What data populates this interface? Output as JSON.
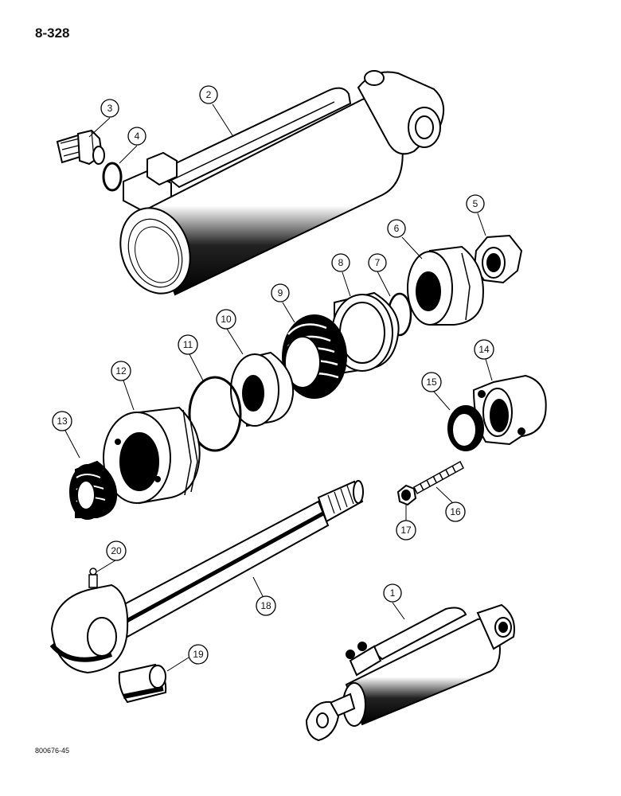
{
  "page_number": "8-328",
  "reference_code": "800676-45",
  "callouts": [
    {
      "id": "c1",
      "label": "1"
    },
    {
      "id": "c2",
      "label": "2"
    },
    {
      "id": "c3",
      "label": "3"
    },
    {
      "id": "c4",
      "label": "4"
    },
    {
      "id": "c5",
      "label": "5"
    },
    {
      "id": "c6",
      "label": "6"
    },
    {
      "id": "c7",
      "label": "7"
    },
    {
      "id": "c8",
      "label": "8"
    },
    {
      "id": "c9",
      "label": "9"
    },
    {
      "id": "c10",
      "label": "10"
    },
    {
      "id": "c11",
      "label": "11"
    },
    {
      "id": "c12",
      "label": "12"
    },
    {
      "id": "c13",
      "label": "13"
    },
    {
      "id": "c14",
      "label": "14"
    },
    {
      "id": "c15",
      "label": "15"
    },
    {
      "id": "c16",
      "label": "16"
    },
    {
      "id": "c17",
      "label": "17"
    },
    {
      "id": "c18",
      "label": "18"
    },
    {
      "id": "c19",
      "label": "19"
    },
    {
      "id": "c20",
      "label": "20"
    }
  ]
}
